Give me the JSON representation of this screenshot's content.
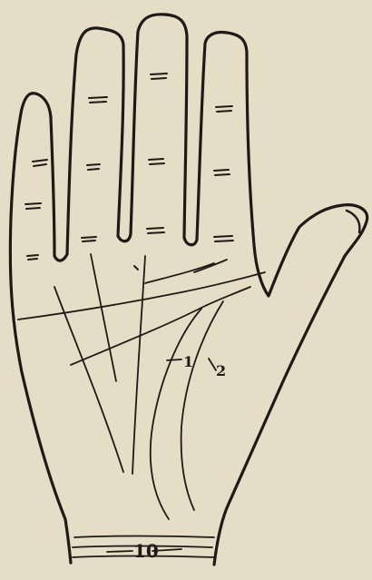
{
  "diagram": {
    "line_labels": {
      "one": "1",
      "two": "2",
      "ten": "10"
    },
    "colors": {
      "paper": "#e6ddc6",
      "ink": "#1d1a17"
    }
  }
}
